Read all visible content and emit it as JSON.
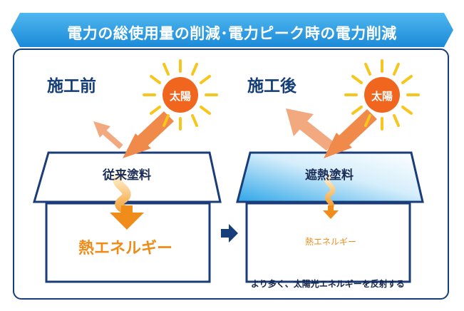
{
  "title": "電力の総使用量の削減･電力ピーク時の電力削減",
  "before": {
    "label": "施工前",
    "sun_label": "太陽",
    "roof_label": "従来塗料",
    "heat_label": "熱エネルギー"
  },
  "after": {
    "label": "施工後",
    "sun_label": "太陽",
    "roof_label": "遮熱塗料",
    "heat_label": "熱エネルギー"
  },
  "caption": "より多く、太陽光エネルギーを反射する",
  "colors": {
    "banner": "#2f9ee6",
    "frame": "#153e7a",
    "sun_core": "#f0661f",
    "sun_rays": "#f7c61d",
    "arrow": "#f08a4b",
    "heat": "#f08c1a",
    "navy": "#1a3d7a"
  }
}
